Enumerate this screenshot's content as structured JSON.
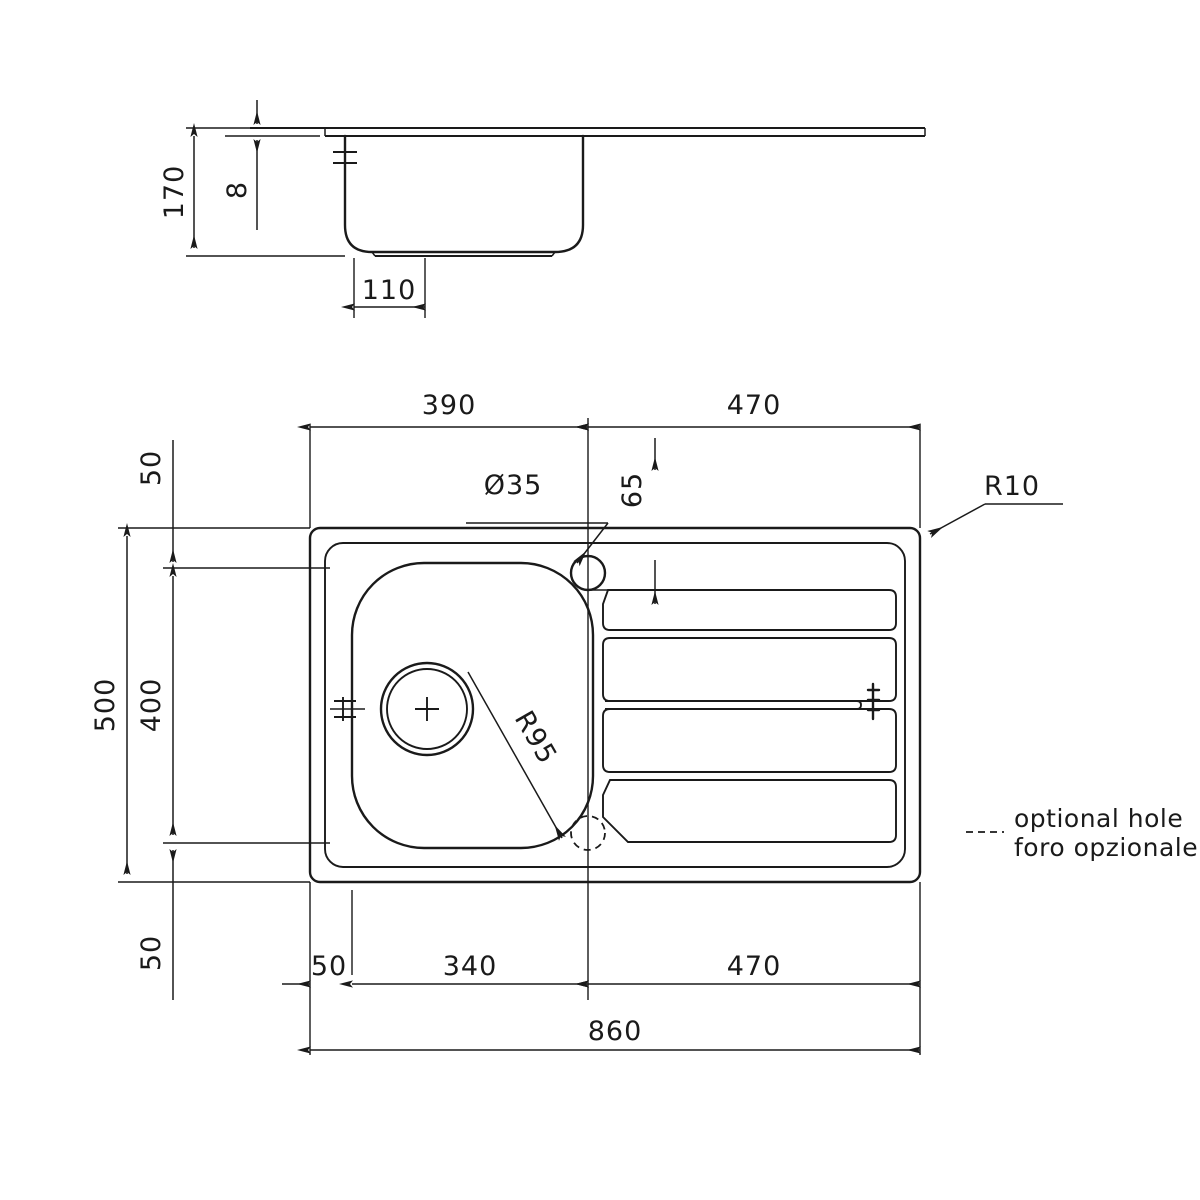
{
  "drawing": {
    "title": "Kitchen sink technical drawing",
    "units": "mm",
    "line_color": "#1a1a1a",
    "background": "#ffffff"
  },
  "side_view": {
    "name": "section-elevation",
    "dimensions": {
      "overall_depth": "170",
      "rim_thickness": "8",
      "bowl_bottom_width": "110"
    }
  },
  "plan_view": {
    "name": "top-plan",
    "dimensions": {
      "top_left_span": "390",
      "top_right_span": "470",
      "hole_offset_from_edge": "65",
      "left_margin_top": "50",
      "bowl_height": "400",
      "left_margin_bottom": "50",
      "overall_height": "500",
      "bottom_edge_margin": "50",
      "bowl_width": "340",
      "drainer_width": "470",
      "overall_width": "860"
    },
    "callouts": {
      "tap_hole": "Ø35",
      "corner_radius": "R10",
      "bowl_radius": "R95"
    }
  },
  "legend": {
    "name": "optional-hole-legend",
    "line_en": "optional hole",
    "line_it": "foro opzionale"
  }
}
